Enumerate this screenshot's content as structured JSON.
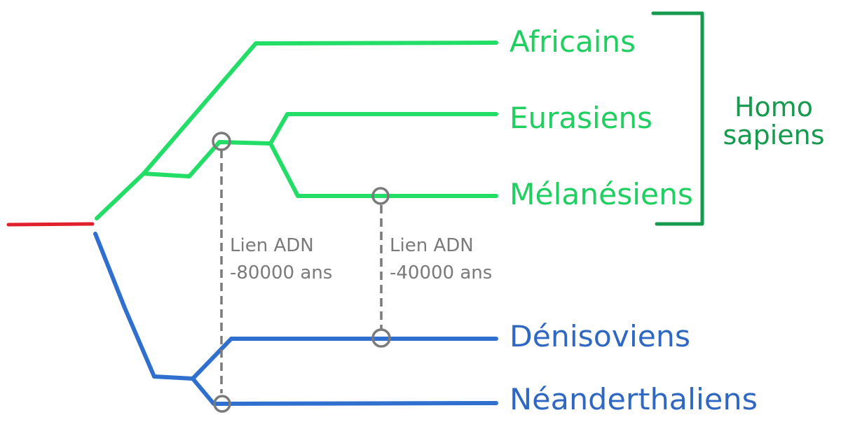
{
  "colors": {
    "root": "#e0202c",
    "sapiens_branch": "#22dd66",
    "sapiens_text": "#1fcf5f",
    "archaic_branch": "#2f6fce",
    "archaic_text": "#2f68c2",
    "bracket": "#159a4e",
    "group_text": "#159a4e",
    "link": "#7a7a7a",
    "link_text": "#7a7a7a"
  },
  "leaves": {
    "africains": "Africains",
    "eurasiens": "Eurasiens",
    "melanesiens": "Mélanésiens",
    "denisoviens": "Dénisoviens",
    "neanderthaliens": "Néanderthaliens"
  },
  "group": {
    "line1": "Homo",
    "line2": "sapiens"
  },
  "links": [
    {
      "line1": "Lien ADN",
      "line2": "-80000 ans"
    },
    {
      "line1": "Lien ADN",
      "line2": "-40000 ans"
    }
  ]
}
